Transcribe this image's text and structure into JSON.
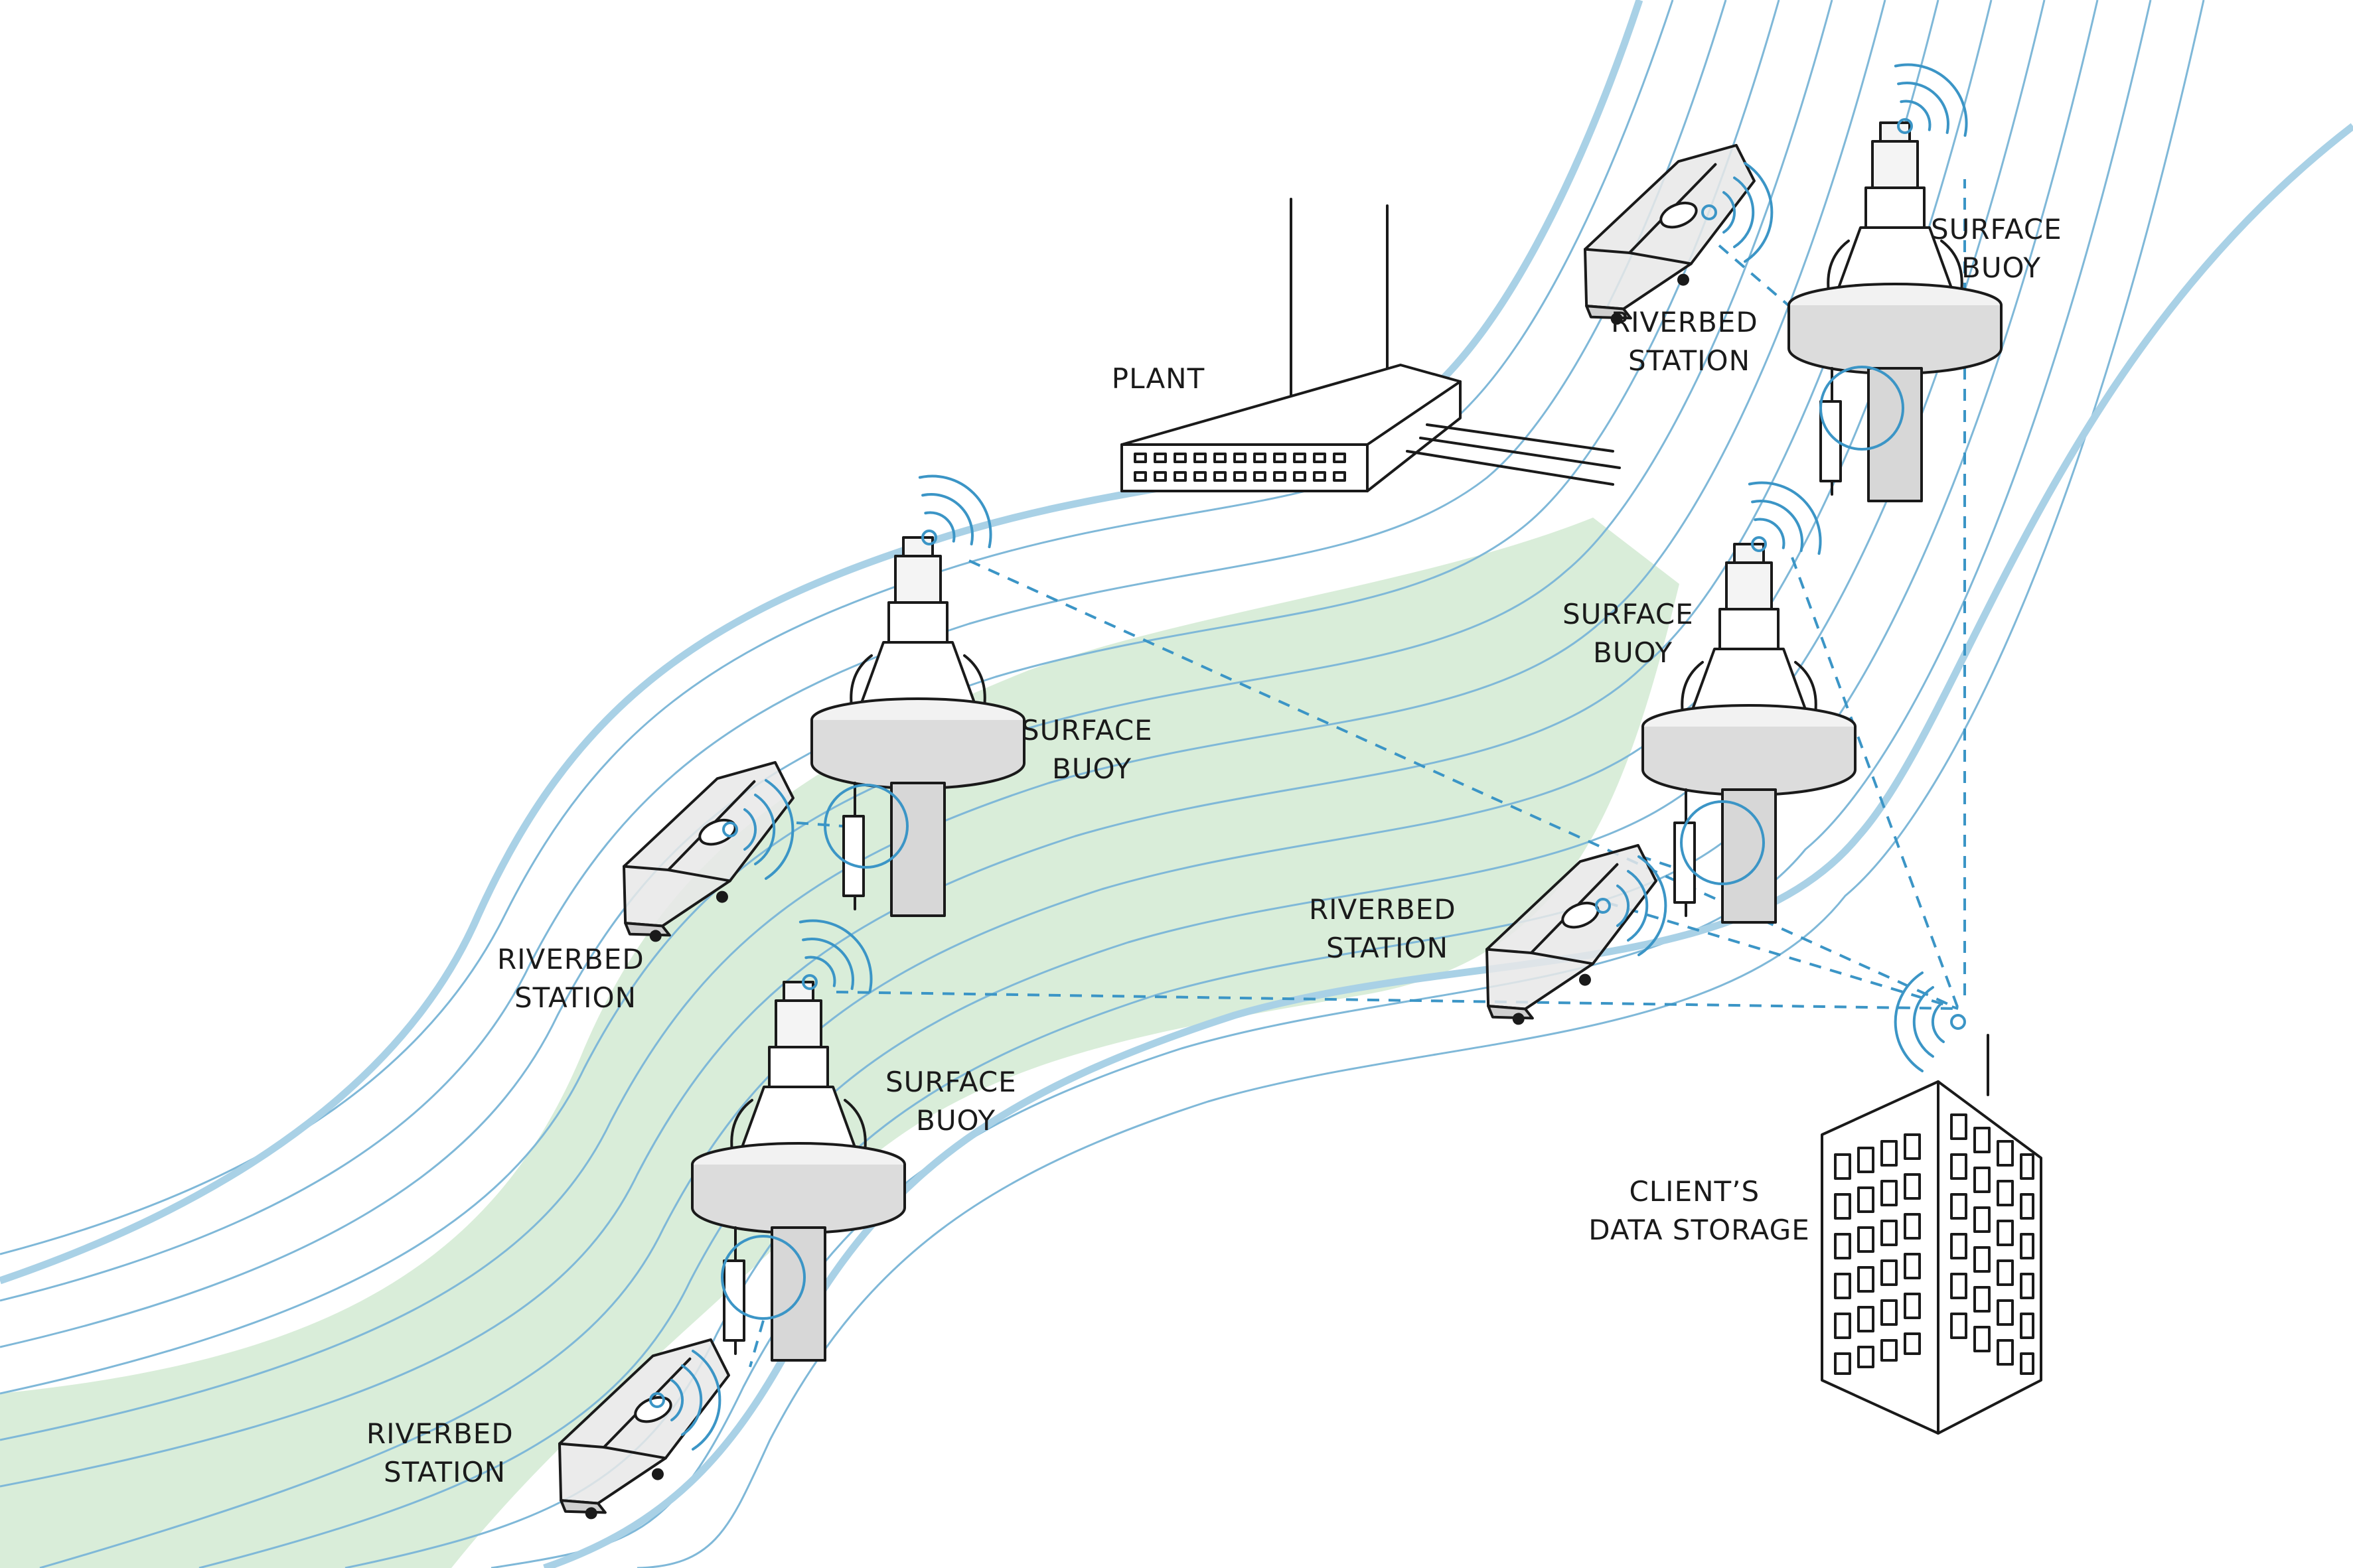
{
  "colors": {
    "river_bank": "#a9d1e6",
    "flow_lines": "#7fb8d8",
    "plume": "#cfe9cf",
    "signal": "#3b95c6",
    "device_body": "#e6e6e6",
    "ink": "#1a1a1a"
  },
  "labels": {
    "plant": "PLANT",
    "surface_buoy": [
      "SURFACE",
      "BUOY"
    ],
    "riverbed_station": [
      "RIVERBED",
      "STATION"
    ],
    "data_storage": [
      "CLIENT’S",
      "DATA STORAGE"
    ]
  },
  "icons": {
    "plant": "factory-icon",
    "buoy": "surface-buoy-icon",
    "riverbed": "riverbed-station-icon",
    "building": "office-building-icon",
    "wireless": "wifi-signal-icon"
  }
}
